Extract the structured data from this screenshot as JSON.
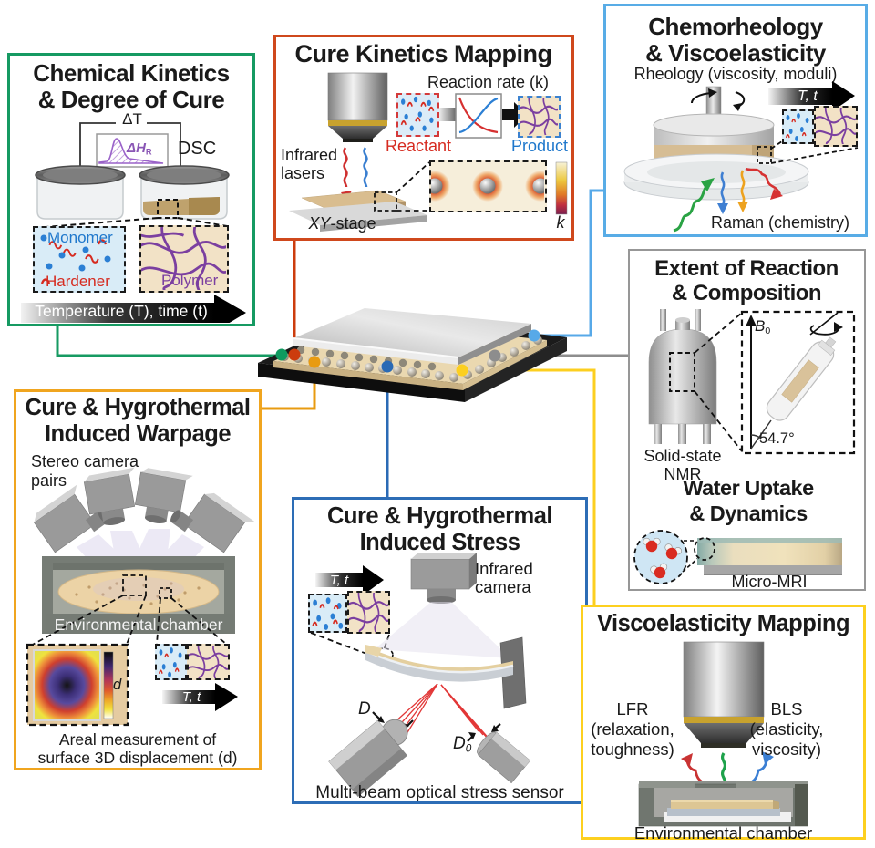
{
  "colors": {
    "chemical_kinetics_border": "#169a62",
    "cure_kinetics_border": "#cf481c",
    "chemorheology_border": "#58ace6",
    "extent_border": "#979797",
    "warpage_border": "#f0a51f",
    "stress_border": "#2d6db6",
    "viscoelasticity_border": "#fdd01f",
    "monomer_text": "#1f78cc",
    "hardener_text": "#d62b20",
    "polymer_text": "#7b3fa0",
    "reactant_text": "#d62b20",
    "product_text": "#1f78cc"
  },
  "panels": {
    "chemical_kinetics": {
      "title1": "Chemical Kinetics",
      "title2": "& Degree of Cure",
      "delta_t": "ΔT",
      "delta_h": "ΔH",
      "delta_h_sub": "R",
      "dsc": "DSC",
      "monomer": "Monomer",
      "hardener": "Hardener",
      "polymer": "Polymer",
      "axis": "Temperature (T), time (t)"
    },
    "cure_kinetics": {
      "title": "Cure Kinetics Mapping",
      "reaction_rate": "Reaction rate (k)",
      "reactant": "Reactant",
      "product": "Product",
      "ir1": "Infrared",
      "ir2": "lasers",
      "stage_italic": "XY",
      "stage_rest": "-stage",
      "colorbar": "k"
    },
    "chemorheology": {
      "title1": "Chemorheology",
      "title2": "& Viscoelasticity",
      "subtitle": "Rheology (viscosity, moduli)",
      "tt": "T, t",
      "raman": "Raman (chemistry)"
    },
    "extent": {
      "title1": "Extent of Reaction",
      "title2": "& Composition",
      "b": "B",
      "b_sub": "0",
      "angle": "54.7°",
      "nmr1": "Solid-state",
      "nmr2": "NMR",
      "water1": "Water Uptake",
      "water2": "& Dynamics",
      "mri": "Micro-MRI"
    },
    "warpage": {
      "title1": "Cure & Hygrothermal",
      "title2": "Induced Warpage",
      "stereo1": "Stereo camera",
      "stereo2": "pairs",
      "chamber": "Environmental chamber",
      "colorbar": "d",
      "tt": "T, t",
      "caption1": "Areal measurement of",
      "caption2": "surface 3D displacement (d)"
    },
    "stress": {
      "title1": "Cure & Hygrothermal",
      "title2": "Induced Stress",
      "tt": "T, t",
      "ir1": "Infrared",
      "ir2": "camera",
      "d": "D",
      "d0": "D",
      "d0_sub": "0",
      "caption": "Multi-beam optical stress sensor"
    },
    "visco_map": {
      "title": "Viscoelasticity Mapping",
      "lfr1": "LFR",
      "lfr2": "(relaxation,",
      "lfr3": "toughness)",
      "bls1": "BLS",
      "bls2": "(elasticity,",
      "bls3": "viscosity)",
      "chamber": "Environmental chamber"
    }
  }
}
